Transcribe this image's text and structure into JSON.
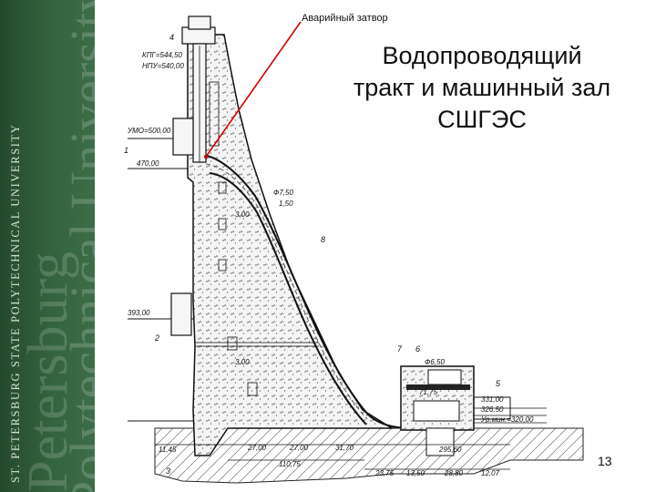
{
  "sidebar": {
    "university_small": "ST. PETERSBURG STATE POLYTECHNICAL UNIVERSITY",
    "watermark_line1": "Petersburg",
    "watermark_line2": "Polytechnical University"
  },
  "slide": {
    "callout": "Аварийный затвор",
    "title_lines": [
      "Водопроводящий",
      "тракт и машинный зал",
      "СШГЭС"
    ],
    "page_number": "13"
  },
  "drawing": {
    "levels": {
      "top_crest": "КПГ=544,50",
      "npu": "НПУ=540,00",
      "umo": "УМО=500,00",
      "intake": "470,00",
      "mid": "393,00",
      "tail1": "331,00",
      "tail2": "326,50",
      "tail3": "Ур.мин.=320,00"
    },
    "numbers": [
      "1",
      "2",
      "3",
      "4",
      "5",
      "6",
      "7",
      "8"
    ],
    "dims": {
      "d_conduit": "Ф7,50",
      "d_wall": "1,50",
      "d_lower": "Ф6,50",
      "w_top": "3,00",
      "w_low": "3,00",
      "b1": "11,45",
      "b2": "27,00",
      "b3": "27,00",
      "b4": "31,70",
      "b5": "110,75",
      "b6": "23,75",
      "b7": "13,50",
      "b8": "28,80",
      "b9": "12,07",
      "h_hall": "71,75",
      "h_base": "295,60"
    }
  }
}
